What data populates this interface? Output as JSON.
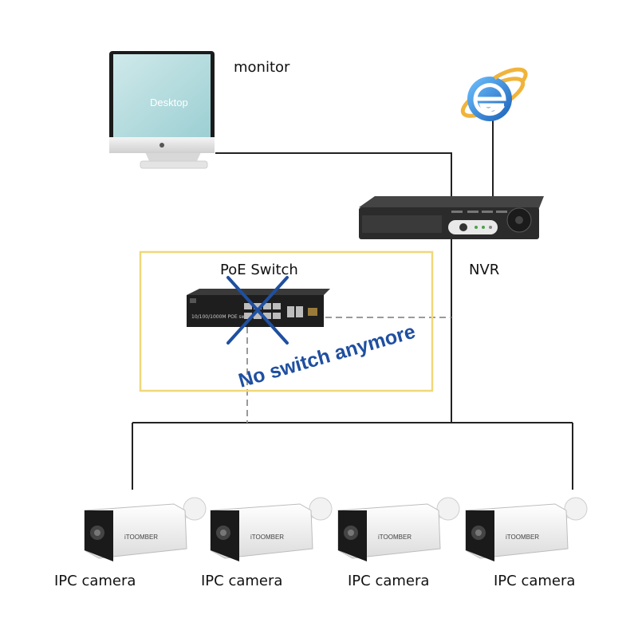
{
  "labels": {
    "monitor": "monitor",
    "desktop_screen": "Desktop",
    "nvr": "NVR",
    "poe_switch": "PoE Switch",
    "switch_model": "10/100/1000M POE switch",
    "no_switch_note": "No switch anymore",
    "camera_brand": "iTOOMBER",
    "cameras": [
      "IPC camera",
      "IPC camera",
      "IPC camera",
      "IPC camera"
    ]
  },
  "colors": {
    "line": "#222222",
    "dashed_line": "#9a9a9a",
    "highlight_box": "#f0d878",
    "note_text": "#1f4fa0",
    "cross": "#1f4fa0",
    "ie_blue": "#2a7fd4"
  },
  "icons": {
    "internet": "internet-explorer-icon",
    "monitor": "imac-monitor-icon",
    "nvr": "nvr-device-icon",
    "switch": "poe-switch-icon",
    "camera": "bullet-camera-icon"
  }
}
